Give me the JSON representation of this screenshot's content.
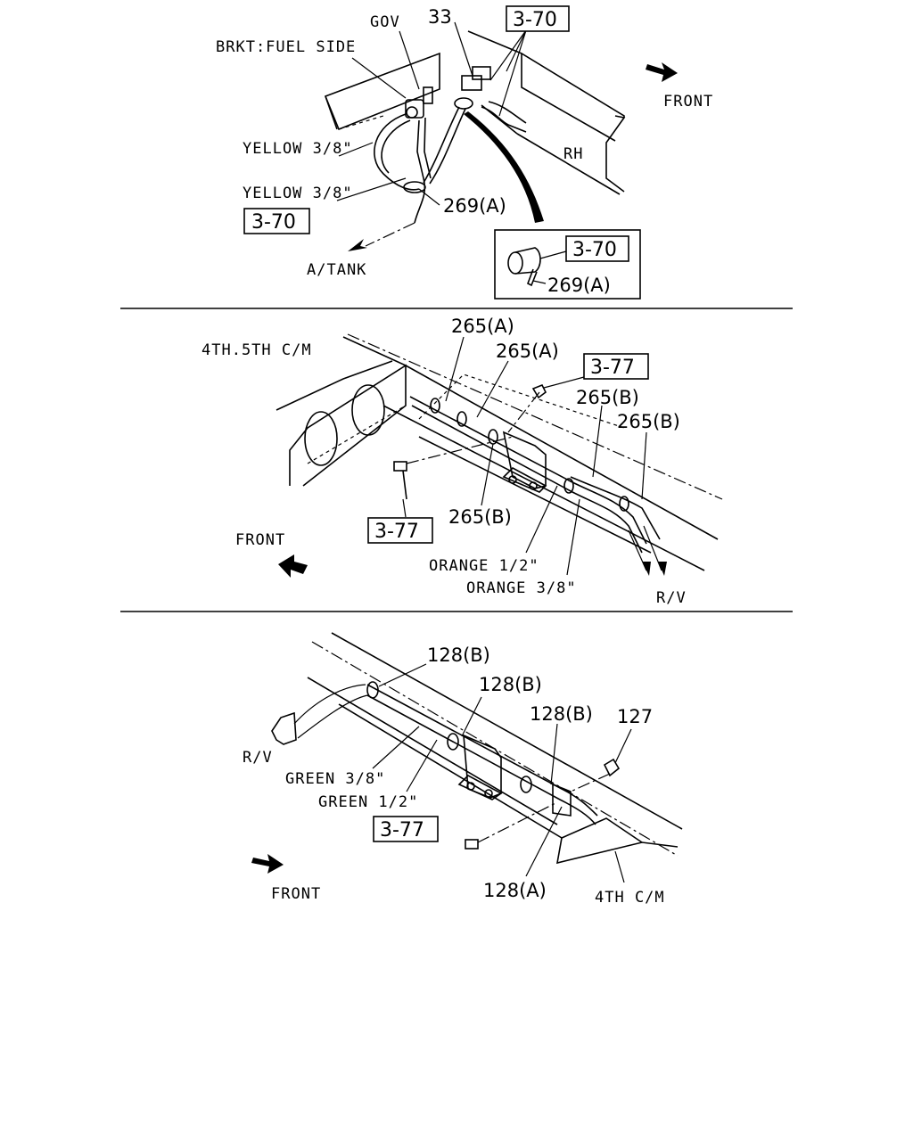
{
  "section_top": {
    "labels": {
      "brkt": "BRKT:FUEL SIDE",
      "gov": "GOV",
      "yellow1": "YELLOW 3/8\"",
      "yellow2": "YELLOW 3/8\"",
      "atank": "A/TANK",
      "front": "FRONT",
      "rh": "RH"
    },
    "part_numbers": {
      "p33": "33",
      "p269a": "269(A)",
      "p269a_detail": "269(A)"
    },
    "refs": {
      "ref1": "3-70",
      "ref2": "3-70",
      "ref3": "3-70"
    }
  },
  "section_mid": {
    "labels": {
      "cm": "4TH.5TH C/M",
      "front": "FRONT",
      "orange12": "ORANGE 1/2\"",
      "orange38": "ORANGE 3/8\"",
      "rv": "R/V"
    },
    "part_numbers": {
      "p265a_1": "265(A)",
      "p265a_2": "265(A)",
      "p265b_1": "265(B)",
      "p265b_2": "265(B)",
      "p265b_3": "265(B)"
    },
    "refs": {
      "ref1": "3-77",
      "ref2": "3-77"
    }
  },
  "section_bot": {
    "labels": {
      "rv": "R/V",
      "green38": "GREEN 3/8\"",
      "green12": "GREEN 1/2\"",
      "front": "FRONT",
      "cm": "4TH C/M"
    },
    "part_numbers": {
      "p128b_1": "128(B)",
      "p128b_2": "128(B)",
      "p128b_3": "128(B)",
      "p127": "127",
      "p128a": "128(A)"
    },
    "refs": {
      "ref1": "3-77"
    }
  },
  "colors": {
    "line": "#000000",
    "background": "#ffffff"
  }
}
